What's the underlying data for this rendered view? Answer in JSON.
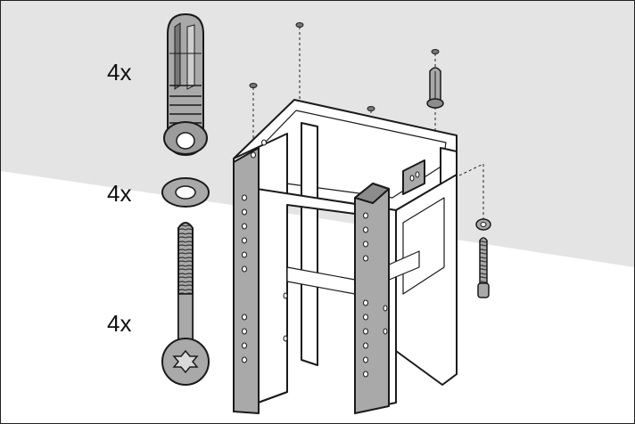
{
  "diagram": {
    "labels": {
      "anchor_qty": "4x",
      "washer_qty": "4x",
      "screw_qty": "4x"
    },
    "colors": {
      "wall_shade": "#e4e4e4",
      "frame_fill": "#ffffff",
      "part_fill": "#a9a9a9",
      "part_dark": "#8c8c8c",
      "outline": "#1a1a1a"
    },
    "parts": [
      "wall-anchor",
      "washer",
      "screw",
      "mounting-frame"
    ]
  }
}
